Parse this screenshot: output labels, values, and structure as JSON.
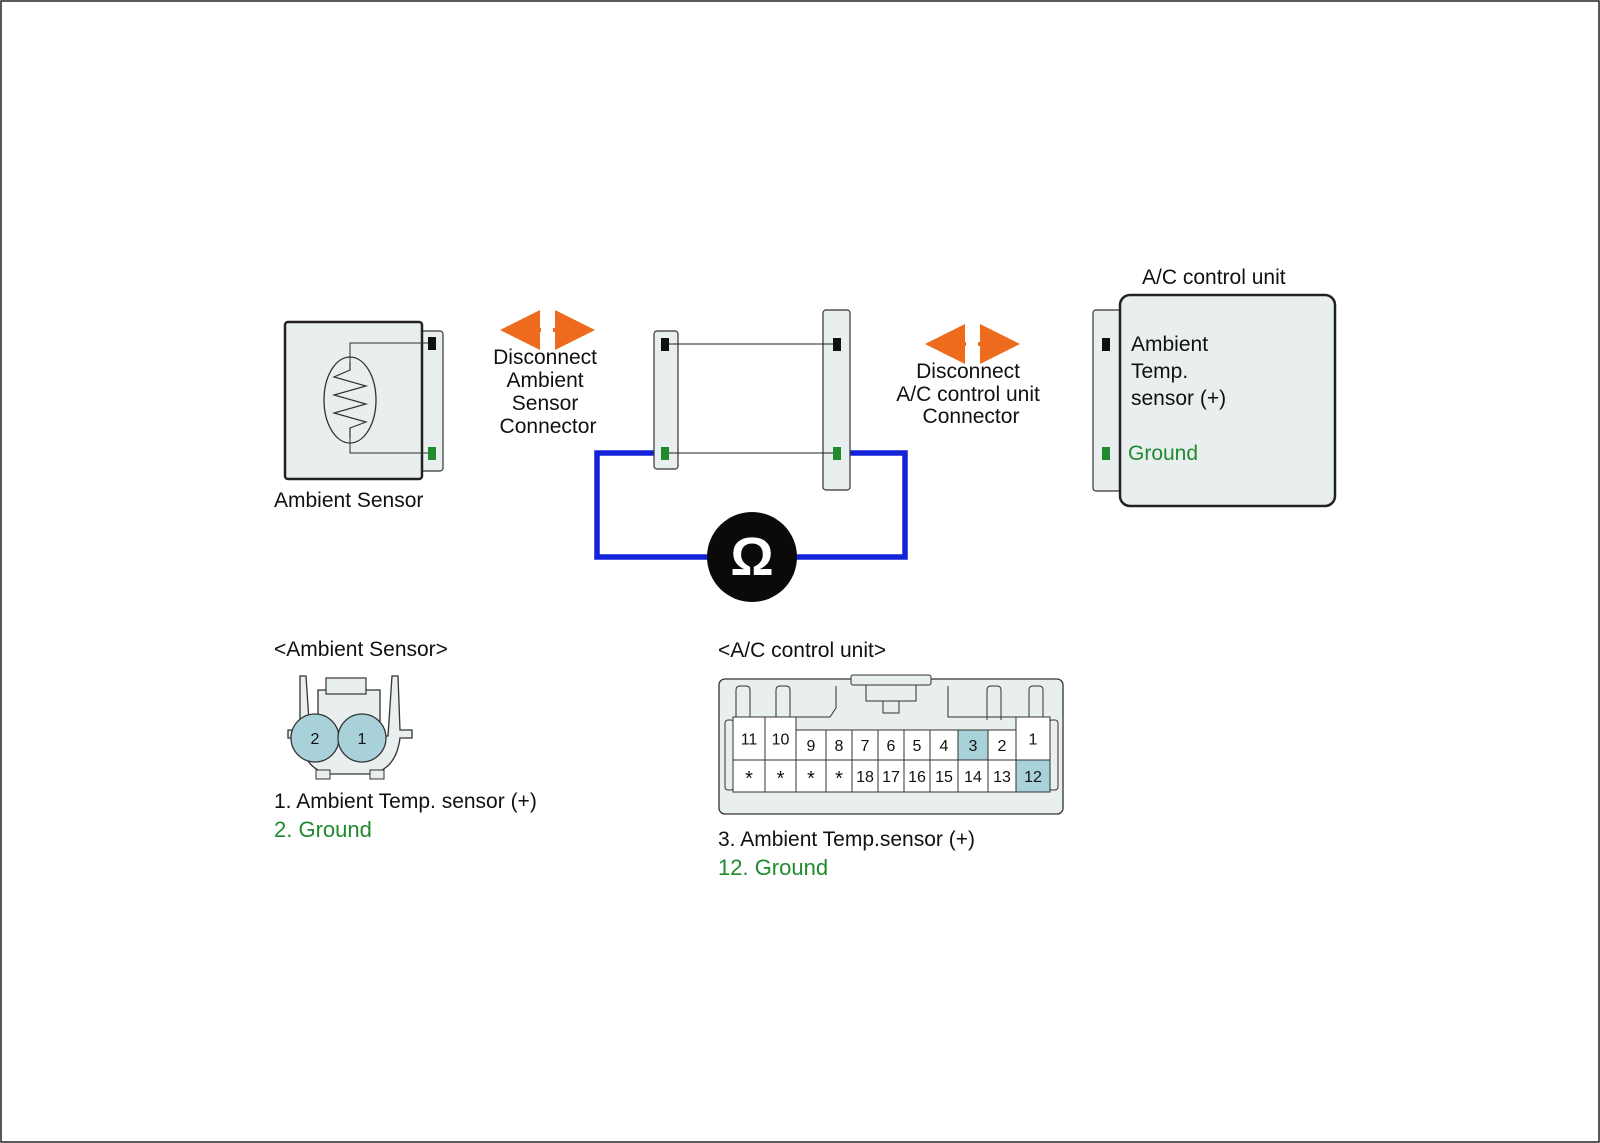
{
  "colors": {
    "background": "#ffffff",
    "panel_fill": "#e9eeee",
    "outline": "#222222",
    "wire_blue": "#1422d8",
    "arrow_orange": "#ee6a1c",
    "ground_green": "#1f8a2e",
    "pin_highlight": "#a9d1da",
    "terminal_black": "#111111"
  },
  "diagram": {
    "ambient_sensor_label": "Ambient Sensor",
    "disconnect_left": [
      "Disconnect",
      "Ambient",
      "Sensor",
      "Connector"
    ],
    "disconnect_right": [
      "Disconnect",
      "A/C control unit",
      "Connector"
    ],
    "ac_unit_title": "A/C control unit",
    "ac_unit_lines": [
      "Ambient",
      "Temp.",
      "sensor (+)"
    ],
    "ac_unit_ground": "Ground",
    "meter_symbol": "Ω"
  },
  "ambient_connector": {
    "title": "<Ambient Sensor>",
    "pins": [
      "2",
      "1"
    ],
    "legend_1": "1. Ambient Temp. sensor (+)",
    "legend_2": "2. Ground"
  },
  "ac_connector": {
    "title": "<A/C control unit>",
    "top_row": [
      "11",
      "10",
      "9",
      "8",
      "7",
      "6",
      "5",
      "4",
      "3",
      "2",
      "1"
    ],
    "bottom_row": [
      "*",
      "*",
      "*",
      "*",
      "18",
      "17",
      "16",
      "15",
      "14",
      "13",
      "12"
    ],
    "highlighted": [
      "3",
      "12"
    ],
    "legend_1": "3. Ambient Temp.sensor (+)",
    "legend_2": "12. Ground"
  }
}
